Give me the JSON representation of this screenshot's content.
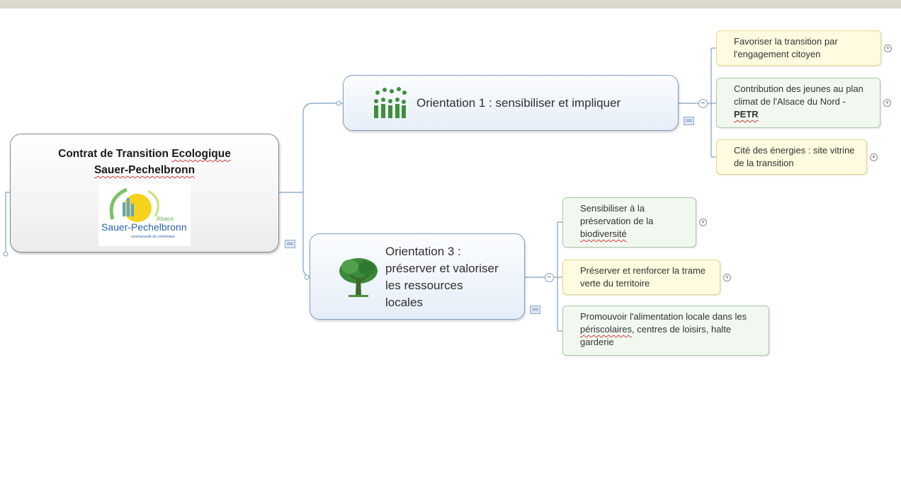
{
  "root": {
    "title_line1_a": "Contrat de Transition ",
    "title_line1_b": "Ecologique",
    "title_line2": "Sauer-Pechelbronn",
    "logo": {
      "word_top": "Alsace",
      "word_main": "Sauer-Pechelbronn",
      "word_sub": "communauté de communes"
    }
  },
  "orientation1": {
    "label": "Orientation 1 : sensibiliser et impliquer",
    "icon": "people-icon",
    "topics": [
      {
        "label": "Favoriser la transition par l'engagement citoyen"
      },
      {
        "label_a": "Contribution des jeunes au plan climat de l'Alsace du Nord - ",
        "label_b": "PETR"
      },
      {
        "label": "Cité des énergies : site vitrine de la transition"
      }
    ]
  },
  "orientation3": {
    "label": "Orientation 3 : préserver et valoriser les ressources locales",
    "icon": "tree-icon",
    "topics": [
      {
        "label_a": "Sensibiliser à la préservation de la ",
        "label_b": "biodiversité"
      },
      {
        "label": "Préserver et renforcer la trame verte du territoire"
      },
      {
        "label_a": "Promouvoir l'alimentation locale dans les ",
        "label_b": "périscolaires",
        "label_c": ", centres de loisirs, halte garderie"
      }
    ]
  },
  "colors": {
    "connector": "#7ea0c4",
    "root_border": "#8a8a8a",
    "yellow_topic": "#fffbe0",
    "green_topic": "#f1f8f0",
    "topbar": "#ddd9cc"
  }
}
